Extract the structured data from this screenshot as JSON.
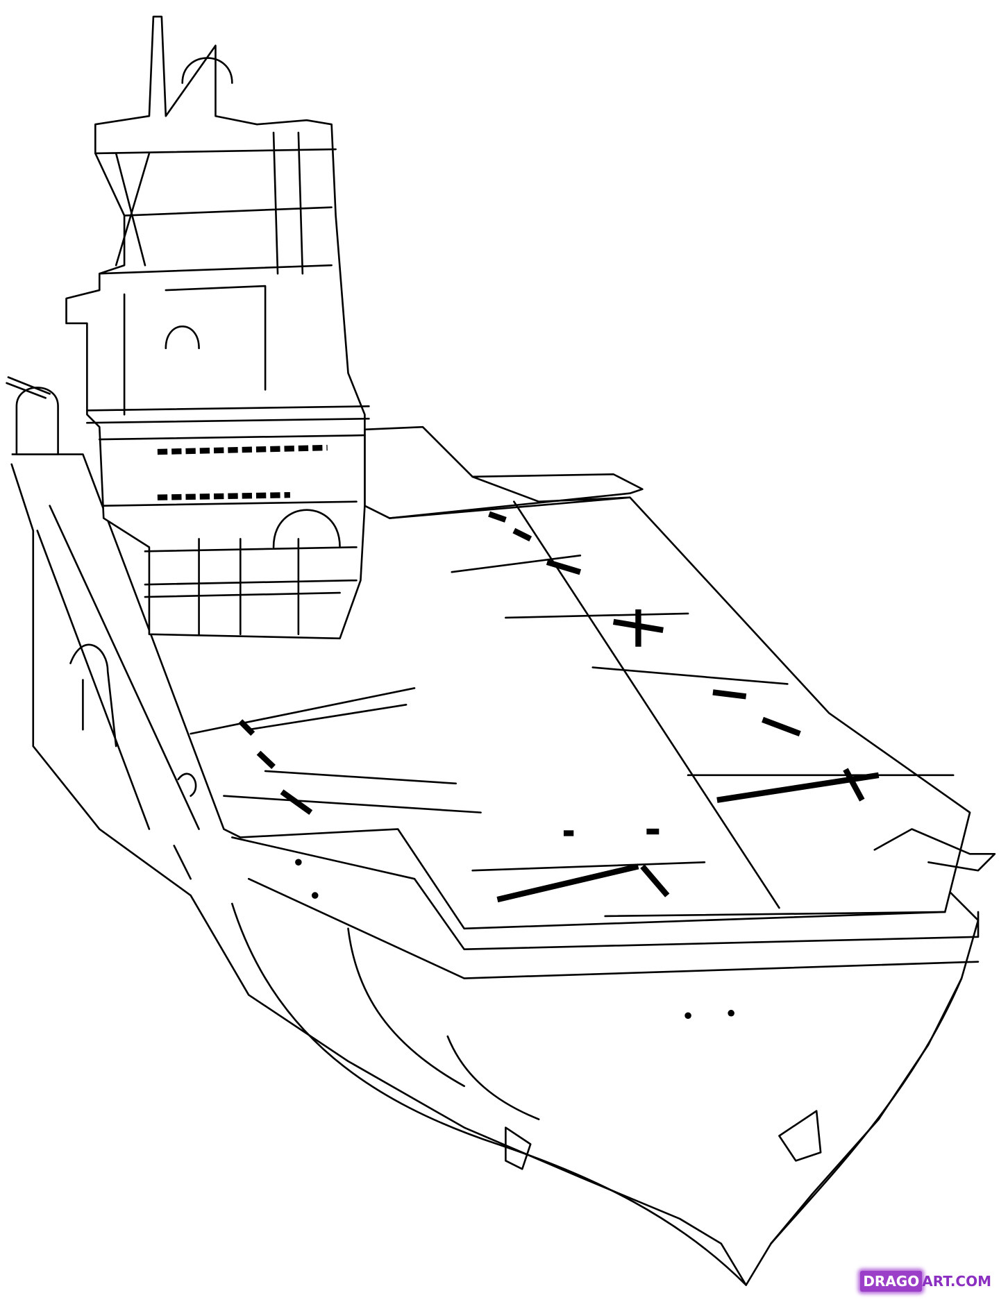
{
  "image": {
    "subject": "aircraft-carrier-line-drawing",
    "stroke_color": "#000000",
    "background_color": "#ffffff"
  },
  "watermark": {
    "badge_text": "DRAGO",
    "rest_text": "ART.COM",
    "color": "#8a2fc0"
  }
}
